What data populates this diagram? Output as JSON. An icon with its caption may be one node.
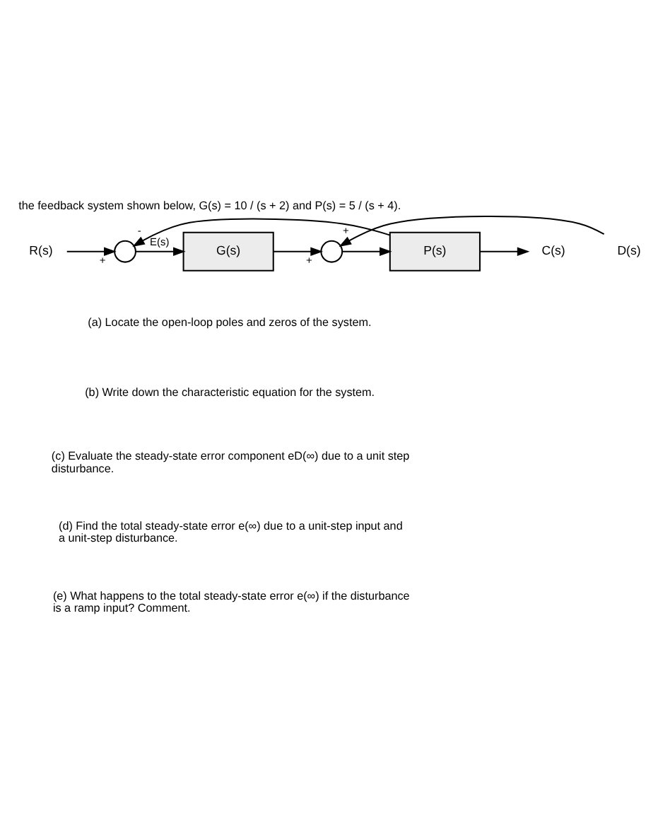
{
  "diagram": {
    "title": "the feedback system shown below, G(s) = 10 / (s + 2) and P(s) = 5 / (s + 4).",
    "nodes": [
      {
        "text": [
          "R(s)"
        ]
      },
      {
        "text": [],
        "shape": "circle"
      },
      {
        "text": [
          "G(s)"
        ]
      },
      {
        "text": [],
        "shape": "circle"
      },
      {
        "text": [
          "D(s)"
        ]
      },
      {
        "text": [
          "P(s)"
        ]
      },
      {
        "text": [
          "C(s)"
        ]
      }
    ],
    "edges": [
      {
        "from": 0,
        "to": 1,
        "arrow": "to",
        "label": "+"
      },
      {
        "from": 1,
        "to": 2,
        "arrow": "to",
        "label": "E(s)"
      },
      {
        "from": 2,
        "to": 3,
        "arrow": "to",
        "label": "+"
      },
      {
        "from": 4,
        "to": 3,
        "arrow": "to",
        "label": "+"
      },
      {
        "from": 3,
        "to": 5,
        "arrow": "to"
      },
      {
        "from": 5,
        "to": 6,
        "arrow": "to"
      },
      {
        "from": 5,
        "to": 1,
        "arrow": "to",
        "label": "-"
      }
    ],
    "labels": [
      "(a) Locate the open-loop poles and zeros of the system.",
      "(b) Write down the characteristic equation for the system.",
      "(c) Evaluate the steady-state error component eD(∞) due to a unit step disturbance.",
      "(d) Find the total steady-state error e(∞) due to a unit-step input and a unit-step disturbance.",
      "(e) What happens to the total steady-state error e(∞) if the disturbance is a ramp input? Comment."
    ]
  }
}
